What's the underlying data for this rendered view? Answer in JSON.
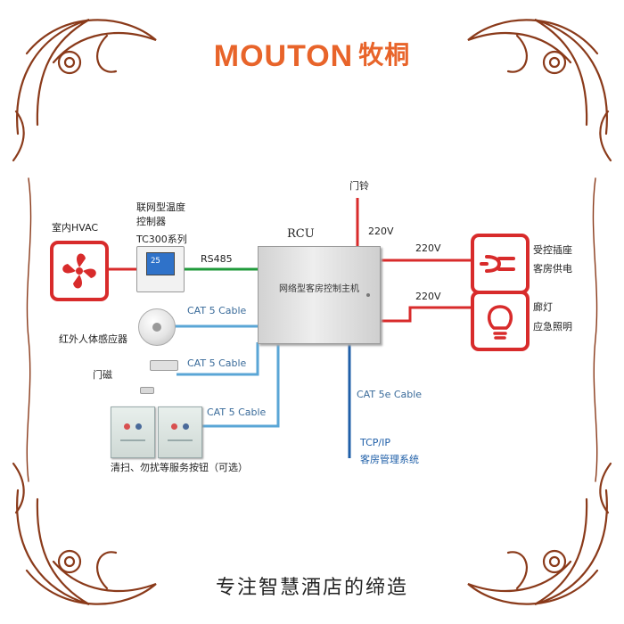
{
  "brand": {
    "name_en": "MOUTON",
    "name_cn": "牧桐"
  },
  "slogan": "专注智慧酒店的缔造",
  "rcu": {
    "title": "RCU",
    "box_text": "网络型客房控制主机"
  },
  "labels": {
    "hvac": "室内HVAC",
    "thermostat_line1": "联网型温度",
    "thermostat_line2": "控制器",
    "thermostat_model": "TC300系列",
    "thermostat_screen": "25",
    "rs485": "RS485",
    "infrared_sensor": "红外人体感应器",
    "door_sensor": "门磁",
    "service_buttons": "清扫、勿扰等服务按钮（可选）",
    "cable_1": "CAT 5 Cable",
    "cable_2": "CAT 5 Cable",
    "cable_3": "CAT 5 Cable",
    "doorbell": "门铃",
    "v_top": "220V",
    "v_socket": "220V",
    "v_light": "220V",
    "socket_line1": "受控插座",
    "socket_line2": "客房供电",
    "light_line1": "廊灯",
    "light_line2": "应急照明",
    "cat5e": "CAT 5e Cable",
    "tcpip": "TCP/IP",
    "mgmt": "客房管理系统"
  },
  "colors": {
    "brand": "#e8642a",
    "power_line": "#d82b2b",
    "data_line": "#5aa6d6",
    "network_line": "#1f5fa8",
    "rs485_line": "#1f9a3a",
    "ornament": "#8a3a1a"
  },
  "icons": {
    "hvac": "fan-icon",
    "socket": "plug-icon",
    "light": "lightbulb-icon"
  }
}
